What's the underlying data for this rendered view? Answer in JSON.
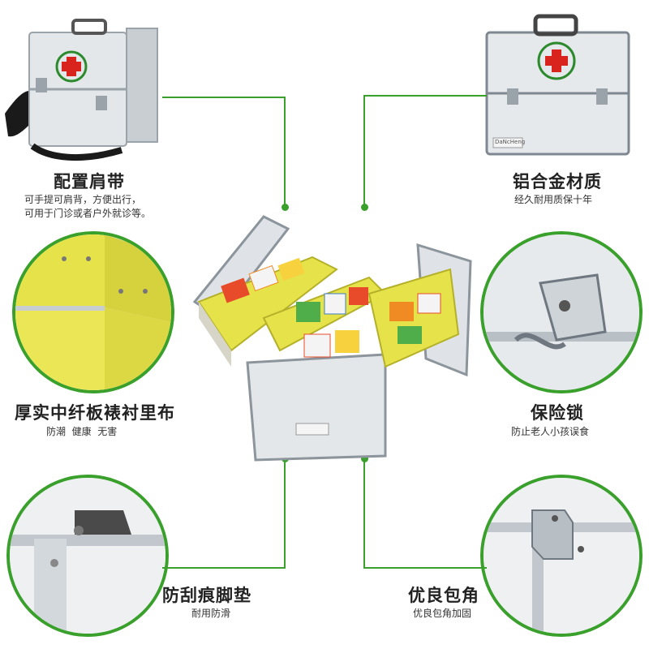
{
  "features": [
    {
      "title": "配置肩带",
      "desc": [
        "可手提可肩背，方便出行，",
        "可用于门诊或者户外就诊等。"
      ]
    },
    {
      "title": "铝合金材质",
      "desc": [
        "经久耐用质保十年"
      ]
    },
    {
      "title": "厚实中纤板裱衬里布",
      "desc": [
        "防潮  健康  无害"
      ]
    },
    {
      "title": "保险锁",
      "desc": [
        "防止老人小孩误食"
      ]
    },
    {
      "title": "防刮痕脚垫",
      "desc": [
        "耐用防滑"
      ]
    },
    {
      "title": "优良包角",
      "desc": [
        "优良包角加固"
      ]
    }
  ],
  "colors": {
    "accent": "#3aa02c",
    "cross": "#d9231d",
    "liner": "#e6e24a",
    "aluminum": "#d8dde2"
  },
  "badge": "DaNcHeng"
}
